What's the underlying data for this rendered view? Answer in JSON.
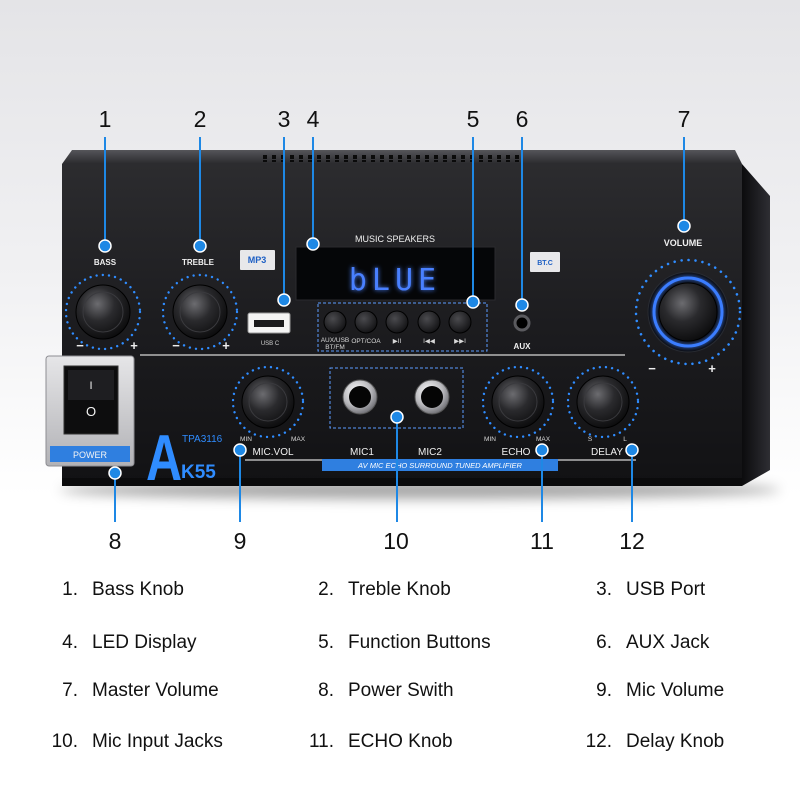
{
  "callouts": {
    "top": [
      "1",
      "2",
      "3",
      "4",
      "5",
      "6",
      "7"
    ],
    "bottom": [
      "8",
      "9",
      "10",
      "11",
      "12"
    ]
  },
  "panel": {
    "bass_label": "BASS",
    "treble_label": "TREBLE",
    "volume_label": "VOLUME",
    "minus": "−",
    "plus": "+",
    "mp3_badge": "MP3",
    "bt_badge": "BT.C",
    "display_title": "MUSIC SPEAKERS",
    "display_text": "bLUE",
    "usb_label": "USB C",
    "aux_label": "AUX",
    "buttons": [
      "AUX/USB",
      "OPT/COA",
      "▶II",
      "I◀◀",
      "▶▶I"
    ],
    "button_sub": "BT/FM",
    "power_label": "POWER",
    "switch_on": "I",
    "switch_off": "O",
    "brand": {
      "letter": "A",
      "chip": "TPA3116",
      "model": "K55"
    },
    "mic_vol": {
      "min": "MIN",
      "max": "MAX",
      "label": "MIC.VOL"
    },
    "jacks": {
      "mic1": "MIC1",
      "mic2": "MIC2"
    },
    "echo": {
      "min": "MIN",
      "max": "MAX",
      "label": "ECHO"
    },
    "delay": {
      "min": "S",
      "max": "L",
      "label": "DELAY"
    },
    "banner": "AV MIC ECHO SURROUND TUNED AMPLIFIER"
  },
  "legend": [
    {
      "num": "1.",
      "label": "Bass Knob"
    },
    {
      "num": "2.",
      "label": "Treble Knob"
    },
    {
      "num": "3.",
      "label": "USB Port"
    },
    {
      "num": "4.",
      "label": "LED Display"
    },
    {
      "num": "5.",
      "label": "Function Buttons"
    },
    {
      "num": "6.",
      "label": "AUX Jack"
    },
    {
      "num": "7.",
      "label": "Master Volume"
    },
    {
      "num": "8.",
      "label": "Power Swith"
    },
    {
      "num": "9.",
      "label": "Mic Volume"
    },
    {
      "num": "10.",
      "label": "Mic Input Jacks"
    },
    {
      "num": "11.",
      "label": "ECHO Knob"
    },
    {
      "num": "12.",
      "label": "Delay Knob"
    }
  ],
  "colors": {
    "accent": "#1e88e5",
    "led": "#4a80ff",
    "panel": "#1c1c1f",
    "background": "#ffffff"
  }
}
